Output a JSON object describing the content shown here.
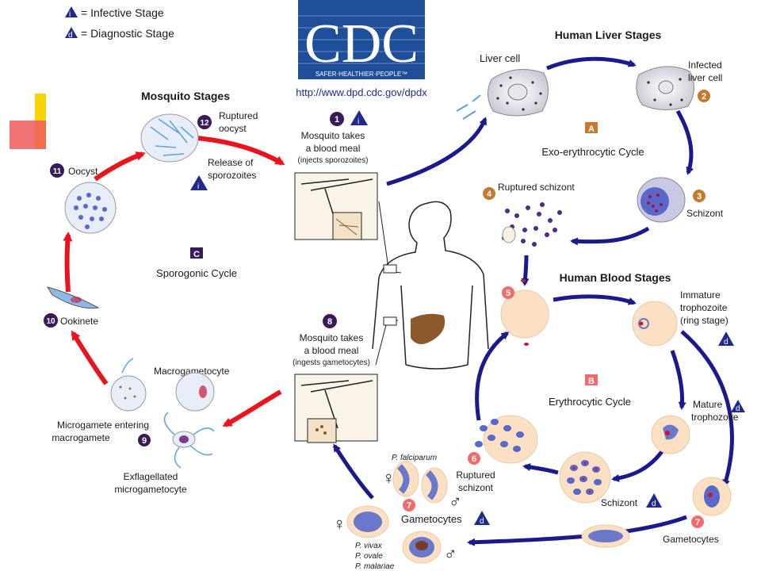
{
  "legend": {
    "infective_symbol": "i",
    "infective_label": "= Infective Stage",
    "diagnostic_symbol": "d",
    "diagnostic_label": "= Diagnostic Stage"
  },
  "logo": {
    "text": "CDC",
    "tagline": "SAFER·HEALTHIER·PEOPLE™",
    "url": "http://www.dpd.cdc.gov/dpdx"
  },
  "sections": {
    "liver": "Human Liver Stages",
    "blood": "Human Blood Stages",
    "mosquito": "Mosquito Stages"
  },
  "cycles": {
    "a_letter": "A",
    "a_label": "Exo-erythrocytic Cycle",
    "b_letter": "B",
    "b_label": "Erythrocytic Cycle",
    "c_letter": "C",
    "c_label": "Sporogonic Cycle"
  },
  "steps": {
    "s1": {
      "num": "1",
      "line1": "Mosquito takes",
      "line2": "a blood meal",
      "line3": "(injects sporozoites)"
    },
    "s2": {
      "num": "2",
      "line1": "Infected",
      "line2": "liver cell"
    },
    "s3": {
      "num": "3",
      "label": "Schizont"
    },
    "s4": {
      "num": "4",
      "label": "Ruptured schizont"
    },
    "s5": {
      "num": "5"
    },
    "s6": {
      "num": "6",
      "line1": "Ruptured",
      "line2": "schizont"
    },
    "s7": {
      "num": "7",
      "label": "Gametocytes"
    },
    "s7b": {
      "num": "7",
      "label": "Gametocytes"
    },
    "s8": {
      "num": "8",
      "line1": "Mosquito takes",
      "line2": "a blood meal",
      "line3": "(ingests gametocytes)"
    },
    "s9": {
      "num": "9",
      "line1": "Microgamete entering",
      "line2": "macrogamete"
    },
    "s10": {
      "num": "10",
      "label": "Ookinete"
    },
    "s11": {
      "num": "11",
      "label": "Oocyst"
    },
    "s12": {
      "num": "12",
      "line1": "Ruptured",
      "line2": "oocyst"
    }
  },
  "labels": {
    "liver_cell": "Liver cell",
    "immature_line1": "Immature",
    "immature_line2": "trophozoite",
    "immature_line3": "(ring stage)",
    "mature_line1": "Mature",
    "mature_line2": "trophozoite",
    "schizont_blood": "Schizont",
    "release_line1": "Release of",
    "release_line2": "sporozoites",
    "macrogametocyte": "Macrogametocyte",
    "exflag_line1": "Exflagellated",
    "exflag_line2": "microgametocyte",
    "p_falciparum": "P. falciparum",
    "p_vivax": "P. vivax",
    "p_ovale": "P. ovale",
    "p_malariae": "P. malariae"
  },
  "colors": {
    "blue_arrow": "#1a1a8c",
    "red_arrow": "#e8141e",
    "cdc_blue": "#1f4e9b",
    "step_badge": "#3b1a5c",
    "blood_badge": "#f26b6b",
    "cycle_badge": "#3b1a5c",
    "liver_badge": "#c47a2c",
    "rbc": "#fbe0c4"
  }
}
